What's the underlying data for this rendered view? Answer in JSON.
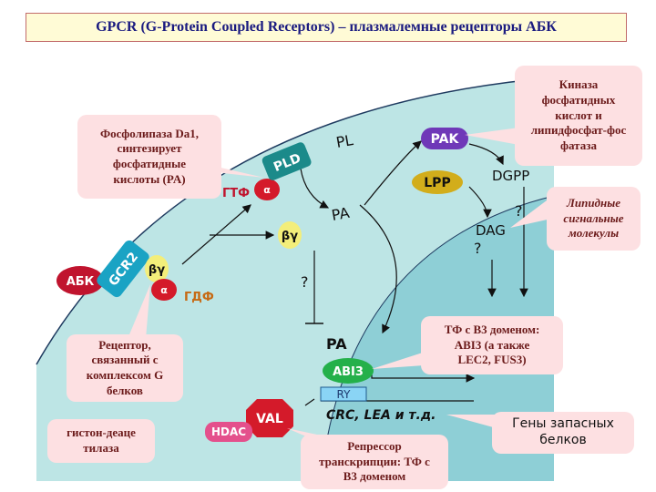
{
  "title": "GPCR (G-Protein Coupled Receptors) – плазмалемные рецепторы АБК",
  "colors": {
    "cell": "#bde5e5",
    "membrane": "#1e3a5f",
    "nucleus": "#8ecfd6",
    "callout_bg": "#fde0e2",
    "callout_text": "#6b1a1a",
    "title_text": "#1a1a80"
  },
  "nodes": {
    "abk": "АБК",
    "gcr2": "GCR2",
    "alpha_bound": "α",
    "betagamma_bound": "βγ",
    "gdp": "ГДФ",
    "gtp": "ГТФ",
    "alpha_active": "α",
    "betagamma_free": "βγ",
    "pld": "PLD",
    "pl": "PL",
    "pa_cyto": "PA",
    "pak": "PAK",
    "lpp": "LPP",
    "dgpp": "DGPP",
    "dag": "DAG",
    "q1": "?",
    "q2": "?",
    "q3": "?",
    "pa_nuc": "PA",
    "abi3": "ABI3",
    "ry": "RY",
    "genes": "CRC, LEA и т.д.",
    "val": "VAL",
    "hdac": "HDAC"
  },
  "callouts": {
    "pld_desc": "Фосфолипаза Da1,\nсинтезирует\nфосфатидные\nкислоты (PA)",
    "kinase": "Киназа\nфосфатидных\nкислот и\nлипидфосфат-фос\nфатаза",
    "lipid": "Липидные\nсигнальные\nмолекулы",
    "receptor": "Рецептор,\nсвязанный с\nкомплексом G\nбелков",
    "tf": "ТФ с B3 доменом:\nABI3 (а также\nLEC2, FUS3)",
    "histone": "гистон-деаце\nтилаза",
    "repressor": "Репрессор\nтранскрипции: ТФ с\nB3 доменом",
    "storage": "Гены запасных\nбелков"
  }
}
